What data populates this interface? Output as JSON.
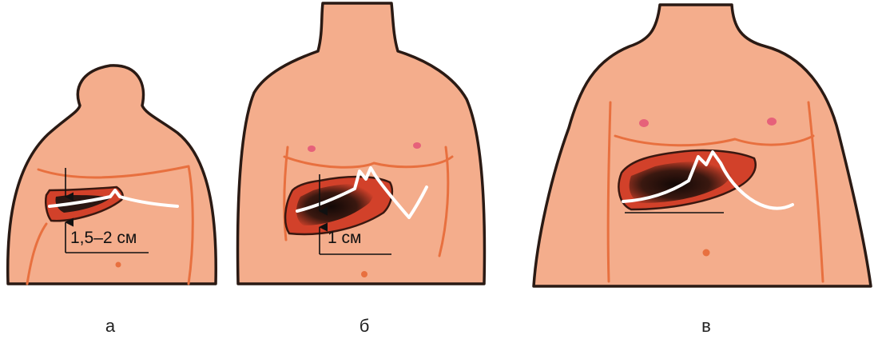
{
  "panels": [
    {
      "measure": "1,5–2 см",
      "caption": "а"
    },
    {
      "measure": "1 см",
      "caption": "б"
    },
    {
      "measure": "",
      "caption": "в"
    }
  ],
  "colors": {
    "skin": "#f4ad8c",
    "outline": "#2a1a14",
    "contour": "#e8703f",
    "liver": "#d2412a",
    "liver_dark": "#2a1612"
  }
}
